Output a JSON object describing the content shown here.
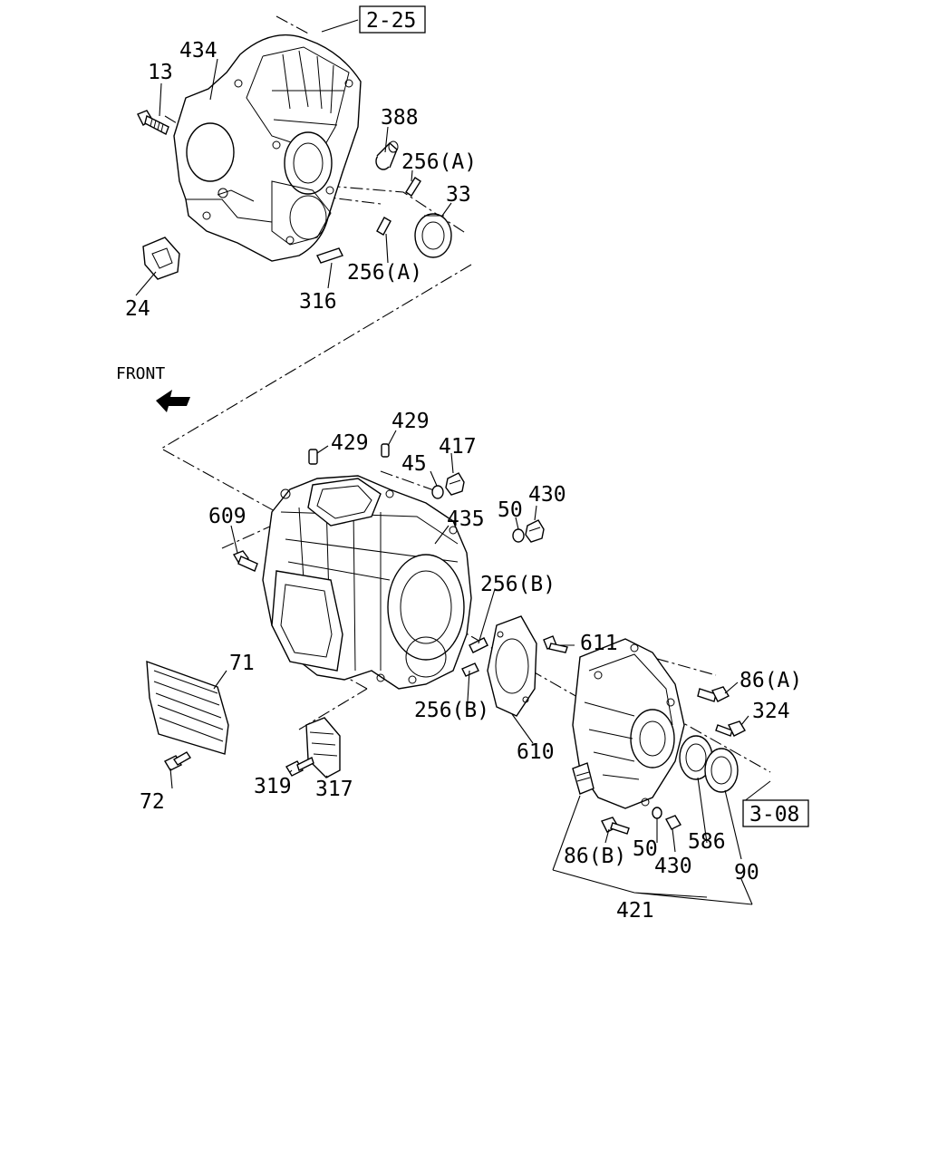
{
  "front_label": "FRONT",
  "refs": {
    "r1": "2-25",
    "r2": "3-08"
  },
  "labels": {
    "p434": "434",
    "p13": "13",
    "p388": "388",
    "p256a1": "256(A)",
    "p33": "33",
    "p256a2": "256(A)",
    "p24": "24",
    "p316": "316",
    "p429a": "429",
    "p429b": "429",
    "p45": "45",
    "p417": "417",
    "p50a": "50",
    "p430a": "430",
    "p609": "609",
    "p435": "435",
    "p256b1": "256(B)",
    "p611": "611",
    "p71": "71",
    "p86a": "86(A)",
    "p324": "324",
    "p256b2": "256(B)",
    "p610": "610",
    "p72": "72",
    "p319": "319",
    "p317": "317",
    "p586": "586",
    "p90": "90",
    "p86b": "86(B)",
    "p50b": "50",
    "p430b": "430",
    "p421": "421"
  }
}
